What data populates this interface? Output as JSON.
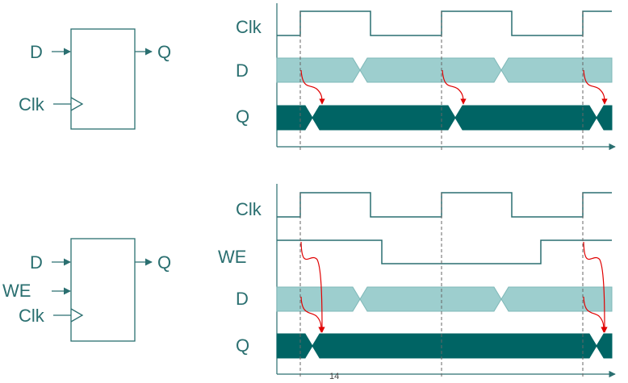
{
  "colors": {
    "ink": "#2a6f70",
    "data_fill": "#9dcece",
    "data_stroke": "#7fb8b8",
    "q_fill": "#006464",
    "arrow": "#e00000",
    "dashed": "#666666"
  },
  "top_block": {
    "inputs": [
      "D",
      "Clk"
    ],
    "output": "Q"
  },
  "top_timing": {
    "signals": [
      "Clk",
      "D",
      "Q"
    ]
  },
  "bottom_block": {
    "inputs": [
      "D",
      "WE",
      "Clk"
    ],
    "output": "Q"
  },
  "bottom_timing": {
    "signals": [
      "Clk",
      "WE",
      "D",
      "Q"
    ]
  },
  "page_number": "14"
}
